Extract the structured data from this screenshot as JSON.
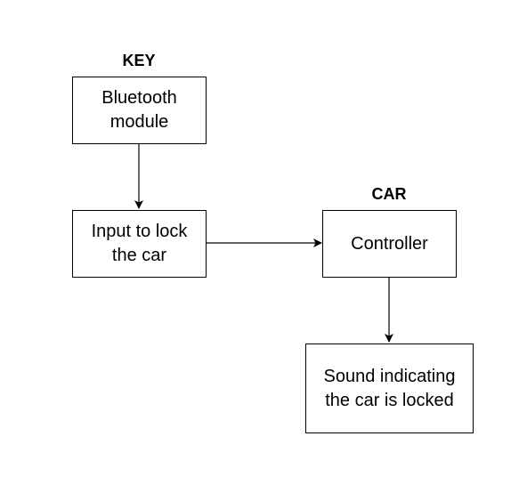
{
  "groups": {
    "key": "KEY",
    "car": "CAR"
  },
  "nodes": {
    "bluetooth": "Bluetooth\nmodule",
    "input": "Input to lock\nthe car",
    "controller": "Controller",
    "sound": "Sound indicating\nthe car is locked"
  },
  "edges": [
    {
      "from": "Bluetooth\nmodule",
      "to": "Input to lock\nthe car"
    },
    {
      "from": "Input to lock\nthe car",
      "to": "Controller"
    },
    {
      "from": "Controller",
      "to": "Sound indicating\nthe car is locked"
    }
  ],
  "colors": {
    "stroke": "#000000",
    "fill": "#ffffff"
  }
}
